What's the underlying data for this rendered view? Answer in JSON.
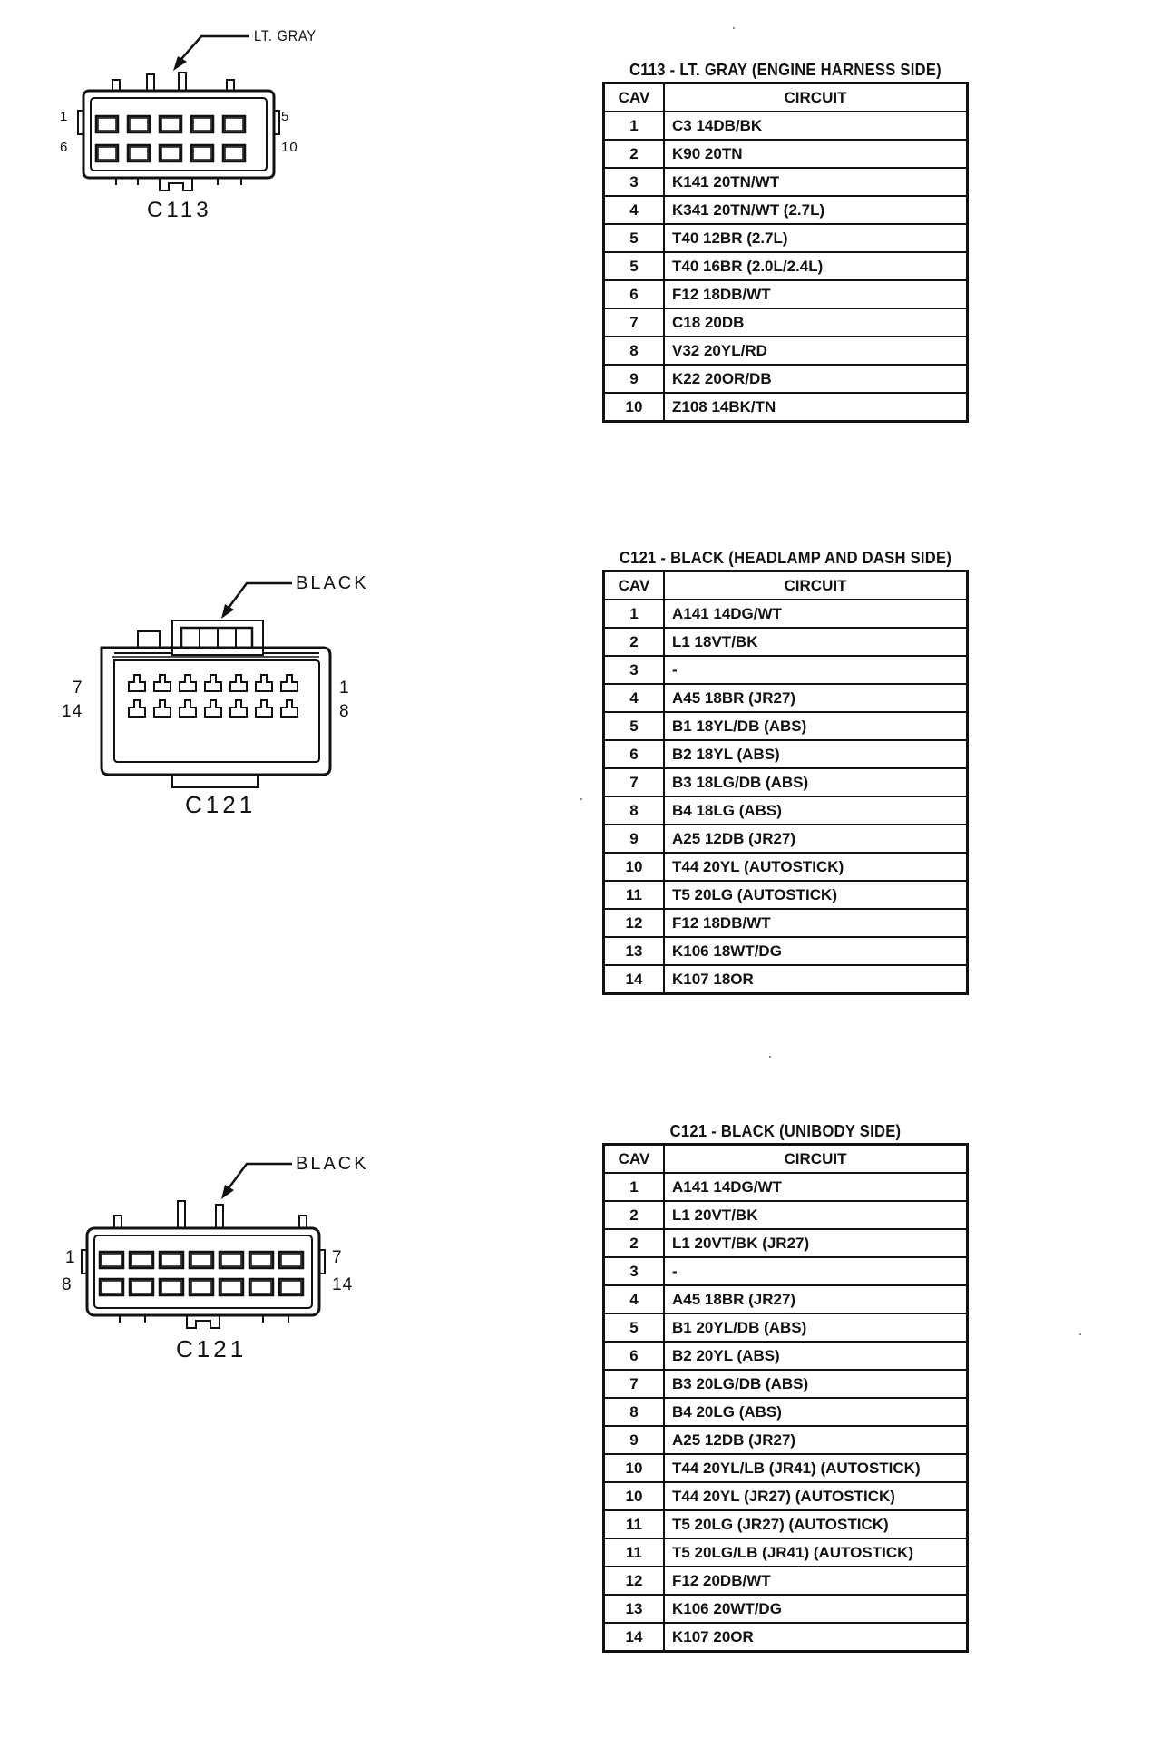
{
  "connectors": [
    {
      "name": "C113",
      "color_label": "LT. GRAY",
      "pin_labels": {
        "top_left": "1",
        "bottom_left": "6",
        "top_right": "5",
        "bottom_right": "10"
      },
      "table": {
        "title": "C113 - LT. GRAY (ENGINE HARNESS SIDE)",
        "headers": {
          "cav": "CAV",
          "circuit": "CIRCUIT"
        },
        "rows": [
          {
            "cav": "1",
            "circuit": "C3 14DB/BK"
          },
          {
            "cav": "2",
            "circuit": "K90 20TN"
          },
          {
            "cav": "3",
            "circuit": "K141 20TN/WT"
          },
          {
            "cav": "4",
            "circuit": "K341 20TN/WT (2.7L)"
          },
          {
            "cav": "5",
            "circuit": "T40 12BR (2.7L)"
          },
          {
            "cav": "5",
            "circuit": "T40 16BR (2.0L/2.4L)"
          },
          {
            "cav": "6",
            "circuit": "F12 18DB/WT"
          },
          {
            "cav": "7",
            "circuit": "C18 20DB"
          },
          {
            "cav": "8",
            "circuit": "V32 20YL/RD"
          },
          {
            "cav": "9",
            "circuit": "K22 20OR/DB"
          },
          {
            "cav": "10",
            "circuit": "Z108 14BK/TN"
          }
        ]
      }
    },
    {
      "name": "C121",
      "color_label": "BLACK",
      "pin_labels": {
        "top_left": "7",
        "bottom_left": "14",
        "top_right": "1",
        "bottom_right": "8"
      },
      "table": {
        "title": "C121 - BLACK (HEADLAMP AND DASH SIDE)",
        "headers": {
          "cav": "CAV",
          "circuit": "CIRCUIT"
        },
        "rows": [
          {
            "cav": "1",
            "circuit": "A141 14DG/WT"
          },
          {
            "cav": "2",
            "circuit": "L1 18VT/BK"
          },
          {
            "cav": "3",
            "circuit": "-"
          },
          {
            "cav": "4",
            "circuit": "A45 18BR (JR27)"
          },
          {
            "cav": "5",
            "circuit": "B1 18YL/DB (ABS)"
          },
          {
            "cav": "6",
            "circuit": "B2 18YL (ABS)"
          },
          {
            "cav": "7",
            "circuit": "B3 18LG/DB (ABS)"
          },
          {
            "cav": "8",
            "circuit": "B4 18LG (ABS)"
          },
          {
            "cav": "9",
            "circuit": "A25 12DB (JR27)"
          },
          {
            "cav": "10",
            "circuit": "T44 20YL (AUTOSTICK)"
          },
          {
            "cav": "11",
            "circuit": "T5 20LG (AUTOSTICK)"
          },
          {
            "cav": "12",
            "circuit": "F12 18DB/WT"
          },
          {
            "cav": "13",
            "circuit": "K106 18WT/DG"
          },
          {
            "cav": "14",
            "circuit": "K107 18OR"
          }
        ]
      }
    },
    {
      "name": "C121",
      "color_label": "BLACK",
      "pin_labels": {
        "top_left": "1",
        "bottom_left": "8",
        "top_right": "7",
        "bottom_right": "14"
      },
      "table": {
        "title": "C121 - BLACK (UNIBODY SIDE)",
        "headers": {
          "cav": "CAV",
          "circuit": "CIRCUIT"
        },
        "rows": [
          {
            "cav": "1",
            "circuit": "A141 14DG/WT"
          },
          {
            "cav": "2",
            "circuit": "L1 20VT/BK"
          },
          {
            "cav": "2",
            "circuit": "L1 20VT/BK (JR27)"
          },
          {
            "cav": "3",
            "circuit": "-"
          },
          {
            "cav": "4",
            "circuit": "A45 18BR (JR27)"
          },
          {
            "cav": "5",
            "circuit": "B1 20YL/DB (ABS)"
          },
          {
            "cav": "6",
            "circuit": "B2 20YL (ABS)"
          },
          {
            "cav": "7",
            "circuit": "B3 20LG/DB (ABS)"
          },
          {
            "cav": "8",
            "circuit": "B4 20LG (ABS)"
          },
          {
            "cav": "9",
            "circuit": "A25 12DB (JR27)"
          },
          {
            "cav": "10",
            "circuit": "T44 20YL/LB (JR41) (AUTOSTICK)"
          },
          {
            "cav": "10",
            "circuit": "T44 20YL (JR27) (AUTOSTICK)"
          },
          {
            "cav": "11",
            "circuit": "T5 20LG (JR27) (AUTOSTICK)"
          },
          {
            "cav": "11",
            "circuit": "T5 20LG/LB (JR41) (AUTOSTICK)"
          },
          {
            "cav": "12",
            "circuit": "F12 20DB/WT"
          },
          {
            "cav": "13",
            "circuit": "K106 20WT/DG"
          },
          {
            "cav": "14",
            "circuit": "K107 20OR"
          }
        ]
      }
    }
  ]
}
